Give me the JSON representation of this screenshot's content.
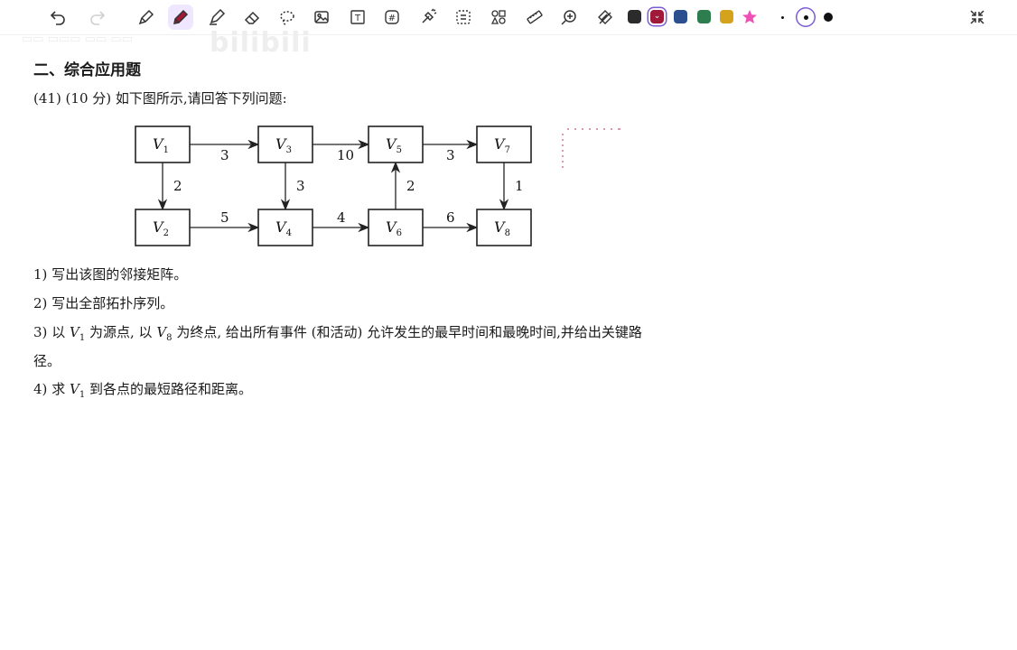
{
  "toolbar": {
    "tools": [
      {
        "name": "undo-icon",
        "interactable": true
      },
      {
        "name": "redo-icon",
        "interactable": true
      },
      {
        "name": "pen-icon",
        "interactable": true
      },
      {
        "name": "pencil-icon",
        "interactable": true,
        "active": true
      },
      {
        "name": "highlighter-icon",
        "interactable": true
      },
      {
        "name": "eraser-icon",
        "interactable": true
      },
      {
        "name": "lasso-icon",
        "interactable": true
      },
      {
        "name": "image-icon",
        "interactable": true
      },
      {
        "name": "text-tool-icon",
        "interactable": true
      },
      {
        "name": "hashtag-icon",
        "interactable": true
      },
      {
        "name": "laser-pointer-icon",
        "interactable": true
      },
      {
        "name": "selection-icon",
        "interactable": true
      },
      {
        "name": "shapes-icon",
        "interactable": true
      },
      {
        "name": "ruler-icon",
        "interactable": true
      },
      {
        "name": "zoom-icon",
        "interactable": true
      },
      {
        "name": "stamp-icon",
        "interactable": true
      }
    ],
    "text_tool_label": "T",
    "hashtag_label": "#",
    "colors": [
      "#2b2b2b",
      "#a0183a",
      "#2b4f8f",
      "#2e7d4f",
      "#d4a21b",
      "#f04fb5"
    ],
    "selected_color": "#a0183a",
    "minimize_icon": "collapse-icon"
  },
  "watermark": {
    "brand": "bilibili"
  },
  "document": {
    "section_title": "二、综合应用题",
    "question_intro": "(41) (10 分) 如下图所示,请回答下列问题:",
    "items": [
      {
        "prefix": "1)",
        "text": "写出该图的邻接矩阵。"
      },
      {
        "prefix": "2)",
        "text": "写出全部拓扑序列。"
      },
      {
        "prefix": "3)",
        "part1": "以",
        "v_source": "V",
        "v_source_sub": "1",
        "part2": "为源点, 以",
        "v_sink": "V",
        "v_sink_sub": "8",
        "part3": "为终点, 给出所有事件 (和活动) 允许发生的最早时间和最晚时间,并给出关键路",
        "continuation": "径。"
      },
      {
        "prefix": "4)",
        "part1": "求",
        "v": "V",
        "v_sub": "1",
        "part2": "到各点的最短路径和距离。"
      }
    ]
  },
  "graph": {
    "nodes": [
      {
        "id": "V1",
        "label": "V",
        "sub": "1"
      },
      {
        "id": "V3",
        "label": "V",
        "sub": "3"
      },
      {
        "id": "V5",
        "label": "V",
        "sub": "5"
      },
      {
        "id": "V7",
        "label": "V",
        "sub": "7"
      },
      {
        "id": "V2",
        "label": "V",
        "sub": "2"
      },
      {
        "id": "V4",
        "label": "V",
        "sub": "4"
      },
      {
        "id": "V6",
        "label": "V",
        "sub": "6"
      },
      {
        "id": "V8",
        "label": "V",
        "sub": "8"
      }
    ],
    "edges": [
      {
        "from": "V1",
        "to": "V3",
        "weight": "3"
      },
      {
        "from": "V3",
        "to": "V5",
        "weight": "10"
      },
      {
        "from": "V5",
        "to": "V7",
        "weight": "3"
      },
      {
        "from": "V1",
        "to": "V2",
        "weight": "2"
      },
      {
        "from": "V3",
        "to": "V4",
        "weight": "3"
      },
      {
        "from": "V6",
        "to": "V5",
        "weight": "2"
      },
      {
        "from": "V7",
        "to": "V8",
        "weight": "1"
      },
      {
        "from": "V2",
        "to": "V4",
        "weight": "5"
      },
      {
        "from": "V4",
        "to": "V6",
        "weight": "4"
      },
      {
        "from": "V6",
        "to": "V8",
        "weight": "6"
      }
    ]
  }
}
